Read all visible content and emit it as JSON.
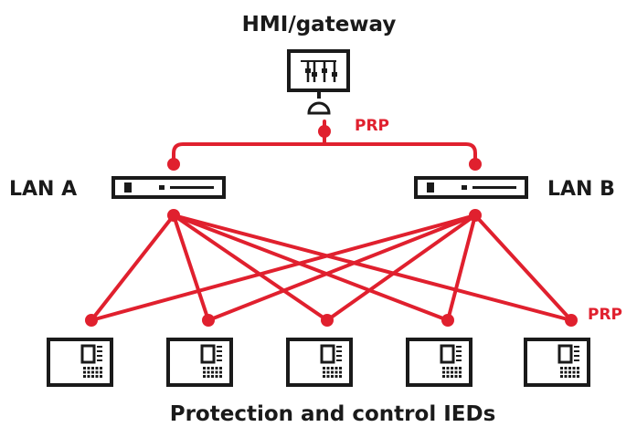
{
  "title": "HMI/gateway",
  "footer": "Protection and control IEDs",
  "lan_a_label": "LAN A",
  "lan_b_label": "LAN B",
  "prp_top_label": "PRP",
  "prp_bottom_label": "PRP",
  "ied_count": 5,
  "colors": {
    "link": "#e0202e",
    "device": "#1a1a1a",
    "background": "#ffffff"
  },
  "icons": {
    "hmi": "hmi-monitor-icon",
    "switch": "network-switch-icon",
    "ied": "ied-device-icon"
  }
}
